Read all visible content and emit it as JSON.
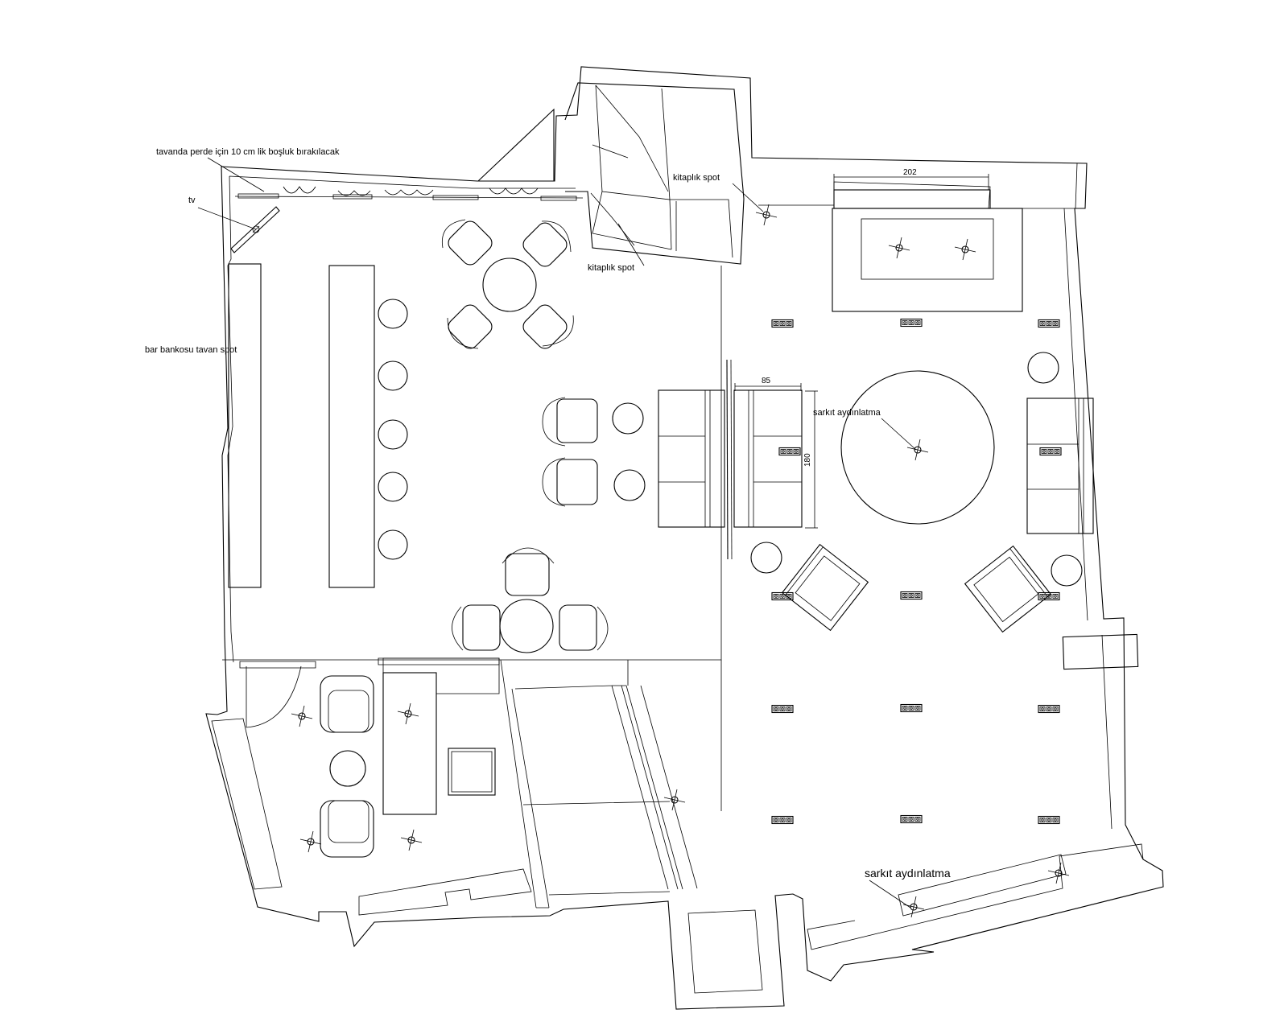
{
  "labels": {
    "curtain_note": "tavanda perde için 10 cm  lik boşluk bırakılacak",
    "tv": "tv",
    "bar_counter_spot": "bar bankosu tavan spot",
    "bookshelf_spot_top": "kitaplık spot",
    "bookshelf_spot_bottom": "kitaplık spot",
    "pendant_light_1": "sarkıt aydınlatma",
    "pendant_light_2": "sarkıt aydınlatma"
  },
  "dimensions": {
    "fireplace_width": "202",
    "sofa_depth": "85",
    "sofa_length": "180"
  },
  "colors": {
    "line": "#000000",
    "background": "#ffffff"
  }
}
